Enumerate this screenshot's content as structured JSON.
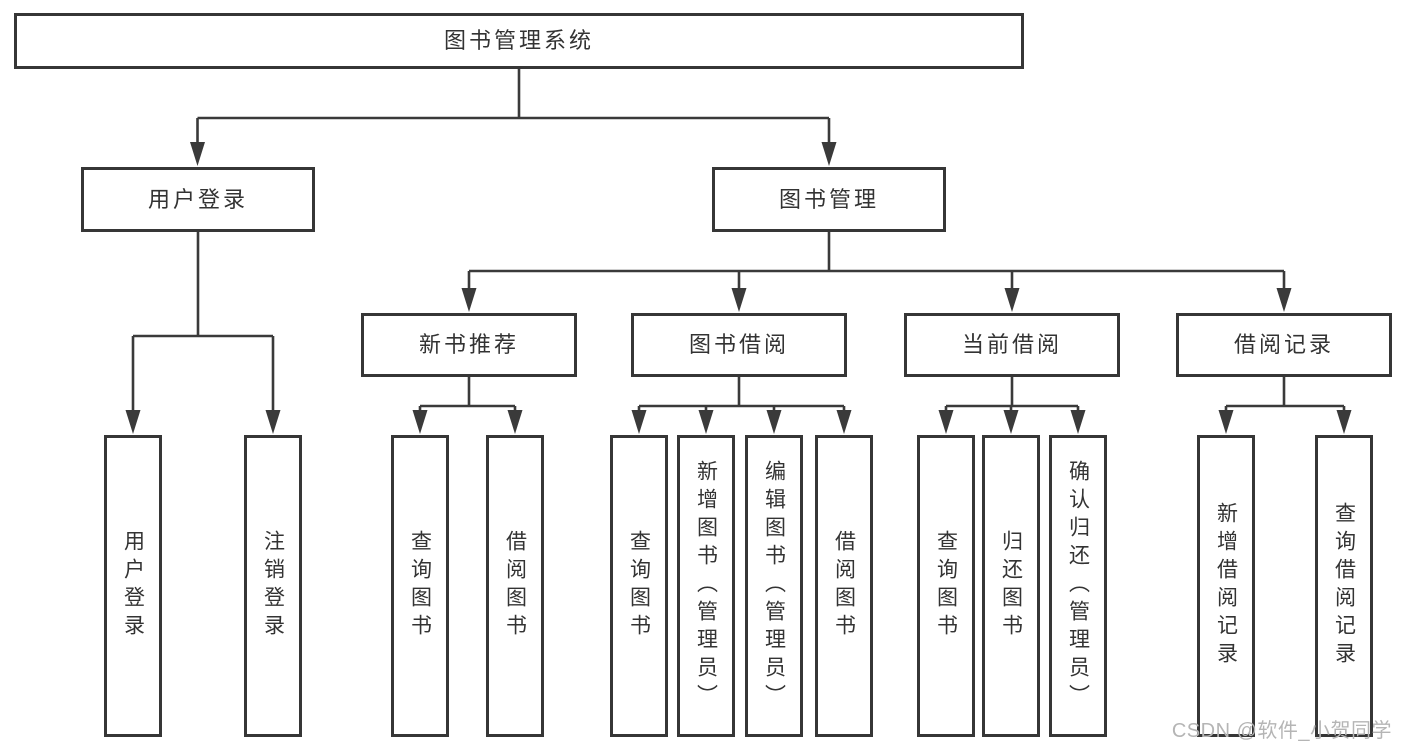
{
  "colors": {
    "background": "#ffffff",
    "line": "#3a3a3a",
    "box-border": "#363636",
    "box-fill": "#ffffff",
    "text": "#333333",
    "watermark-color": "#b5b5b5"
  },
  "watermark": {
    "text": "CSDN @软件_小贺同学"
  },
  "tree": {
    "root": {
      "label": "图书管理系统",
      "children": [
        {
          "label": "用户登录",
          "children": [
            {
              "label": "用户登录"
            },
            {
              "label": "注销登录"
            }
          ]
        },
        {
          "label": "图书管理",
          "children": [
            {
              "label": "新书推荐",
              "children": [
                {
                  "label": "查询图书"
                },
                {
                  "label": "借阅图书"
                }
              ]
            },
            {
              "label": "图书借阅",
              "children": [
                {
                  "label": "查询图书"
                },
                {
                  "label": "新增图书（管理员）"
                },
                {
                  "label": "编辑图书（管理员）"
                },
                {
                  "label": "借阅图书"
                }
              ]
            },
            {
              "label": "当前借阅",
              "children": [
                {
                  "label": "查询图书"
                },
                {
                  "label": "归还图书"
                },
                {
                  "label": "确认归还（管理员）"
                }
              ]
            },
            {
              "label": "借阅记录",
              "children": [
                {
                  "label": "新增借阅记录"
                },
                {
                  "label": "查询借阅记录"
                }
              ]
            }
          ]
        }
      ]
    }
  }
}
